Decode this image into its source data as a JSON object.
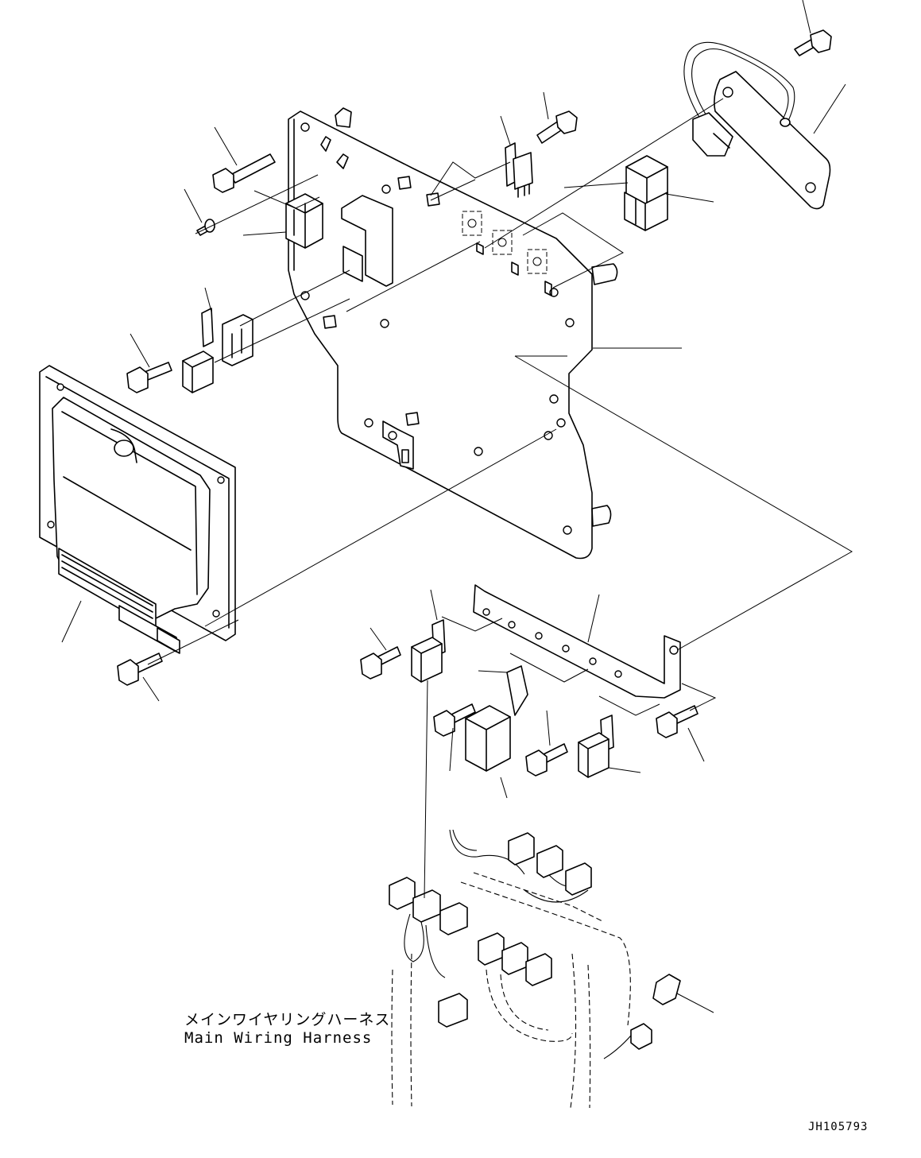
{
  "labels": {
    "harness_jp": "メインワイヤリングハーネス",
    "harness_en": "Main Wiring Harness"
  },
  "drawing_code": "JH105793"
}
